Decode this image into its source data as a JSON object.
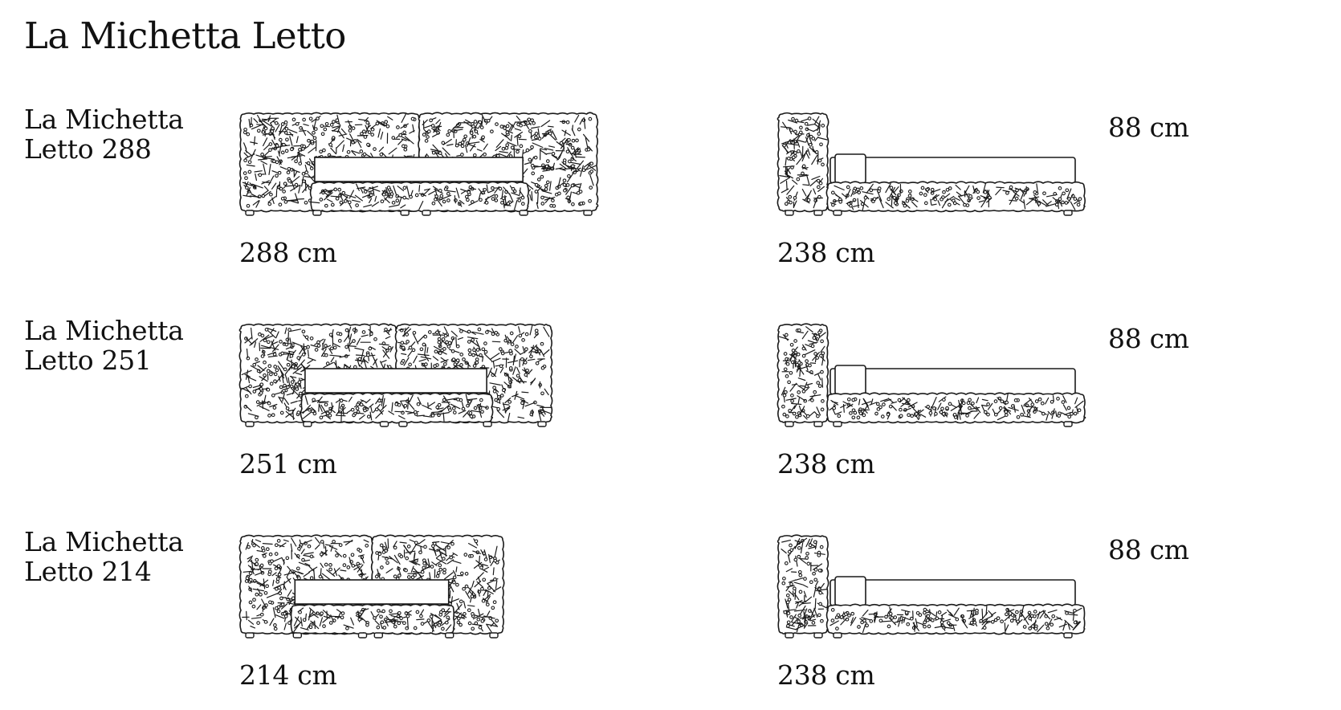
{
  "page": {
    "title": "La Michetta Letto"
  },
  "rows": [
    {
      "label_line1": "La Michetta",
      "label_line2": "Letto 288",
      "front_width": "288 cm",
      "side_depth": "238 cm",
      "height": "88 cm"
    },
    {
      "label_line1": "La Michetta",
      "label_line2": "Letto 251",
      "front_width": "251 cm",
      "side_depth": "238 cm",
      "height": "88 cm"
    },
    {
      "label_line1": "La Michetta",
      "label_line2": "Letto 214",
      "front_width": "214 cm",
      "side_depth": "238 cm",
      "height": "88 cm"
    }
  ]
}
